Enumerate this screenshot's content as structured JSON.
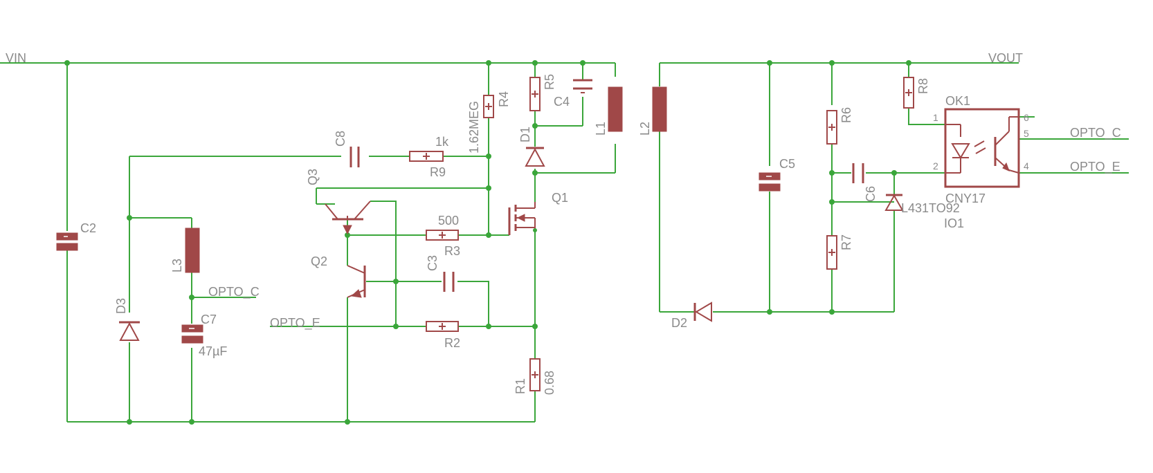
{
  "nets": {
    "vin": "VIN",
    "vout": "VOUT",
    "opto_c": "OPTO_C",
    "opto_e": "OPTO_E"
  },
  "components": {
    "C2": {
      "ref": "C2"
    },
    "C3": {
      "ref": "C3"
    },
    "C4": {
      "ref": "C4"
    },
    "C5": {
      "ref": "C5"
    },
    "C6": {
      "ref": "C6"
    },
    "C7": {
      "ref": "C7",
      "value": "47µF"
    },
    "C8": {
      "ref": "C8"
    },
    "D1": {
      "ref": "D1"
    },
    "D2": {
      "ref": "D2"
    },
    "D3": {
      "ref": "D3"
    },
    "L1": {
      "ref": "L1"
    },
    "L2": {
      "ref": "L2"
    },
    "L3": {
      "ref": "L3"
    },
    "Q1": {
      "ref": "Q1"
    },
    "Q2": {
      "ref": "Q2"
    },
    "Q3": {
      "ref": "Q3"
    },
    "R1": {
      "ref": "R1",
      "value": "0.68"
    },
    "R2": {
      "ref": "R2"
    },
    "R3": {
      "ref": "R3",
      "value": "500"
    },
    "R4": {
      "ref": "R4",
      "value": "1.62MEG"
    },
    "R5": {
      "ref": "R5"
    },
    "R6": {
      "ref": "R6"
    },
    "R7": {
      "ref": "R7"
    },
    "R8": {
      "ref": "R8"
    },
    "R9": {
      "ref": "R9",
      "value": "1k"
    },
    "IO1": {
      "ref": "IO1",
      "value": "L431TO92"
    },
    "OK1": {
      "ref": "OK1",
      "value": "CNY17",
      "pins": [
        "1",
        "2",
        "4",
        "5",
        "6"
      ]
    }
  },
  "colors": {
    "wire": "#3aa63a",
    "component": "#a04848",
    "label": "#8a8a8a",
    "background": "#ffffff"
  }
}
